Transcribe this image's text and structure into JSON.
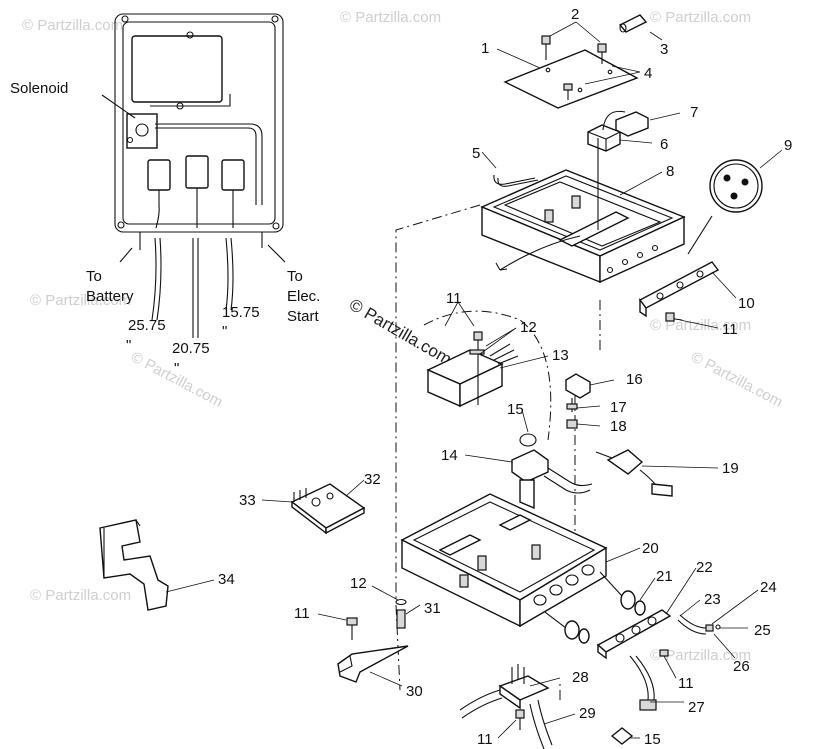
{
  "watermark": "© Partzilla.com",
  "inset": {
    "solenoid_label": "Solenoid",
    "to_battery": [
      "To",
      "Battery"
    ],
    "to_elec_start": [
      "To",
      "Elec.",
      "Start"
    ],
    "lengths": [
      "25.75",
      "20.75",
      "15.75"
    ],
    "inch_mark": "\""
  },
  "part_numbers": [
    "1",
    "2",
    "3",
    "4",
    "5",
    "6",
    "7",
    "8",
    "9",
    "10",
    "11",
    "12",
    "13",
    "14",
    "15",
    "16",
    "17",
    "18",
    "19",
    "20",
    "21",
    "22",
    "23",
    "24",
    "25",
    "26",
    "27",
    "28",
    "29",
    "30",
    "31",
    "32",
    "33",
    "34"
  ]
}
